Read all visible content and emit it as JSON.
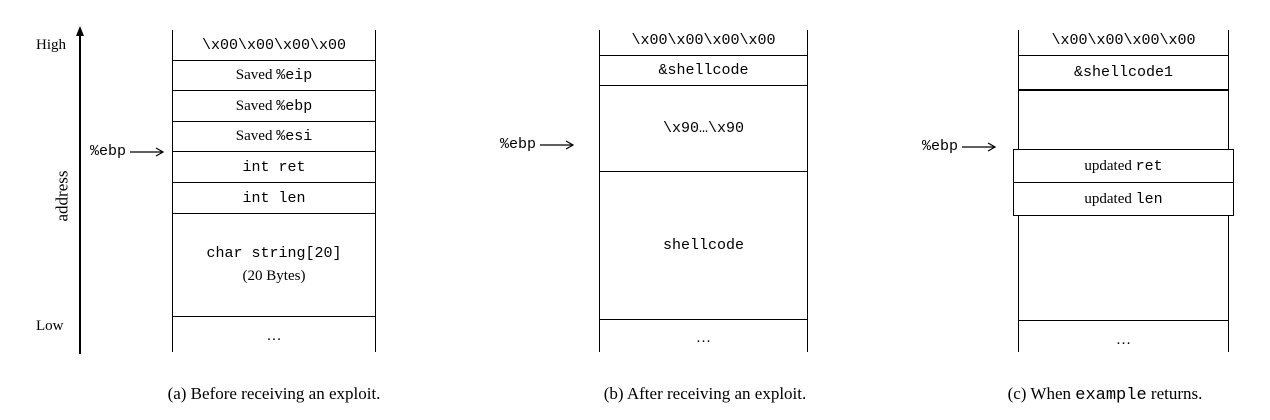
{
  "axis": {
    "high": "High",
    "low": "Low",
    "label": "address"
  },
  "panel_a": {
    "null_word": "\\x00\\x00\\x00\\x00",
    "saved_eip": {
      "prefix": "Saved ",
      "reg": "%eip"
    },
    "saved_ebp": {
      "prefix": "Saved ",
      "reg": "%ebp"
    },
    "saved_esi": {
      "prefix": "Saved ",
      "reg": "%esi"
    },
    "int_ret": "int ret",
    "int_len": "int len",
    "char_string": "char string[20]",
    "char_string_size": "(20 Bytes)",
    "ellipsis": "…",
    "ebp_pointer": "%ebp",
    "caption": "(a) Before receiving an exploit."
  },
  "panel_b": {
    "null_word": "\\x00\\x00\\x00\\x00",
    "shellcode_addr": "&shellcode",
    "nop_sled": "\\x90…\\x90",
    "shellcode": "shellcode",
    "ellipsis": "…",
    "ebp_pointer": "%ebp",
    "caption": "(b) After receiving an exploit."
  },
  "panel_c": {
    "null_word": "\\x00\\x00\\x00\\x00",
    "shellcode1_addr": "&shellcode1",
    "updated_ret": {
      "prefix": "updated ",
      "var": "ret"
    },
    "updated_len": {
      "prefix": "updated ",
      "var": "len"
    },
    "ellipsis": "…",
    "ebp_pointer": "%ebp",
    "caption": {
      "prefix": "(c) When ",
      "func": "example",
      "suffix": " returns."
    }
  }
}
